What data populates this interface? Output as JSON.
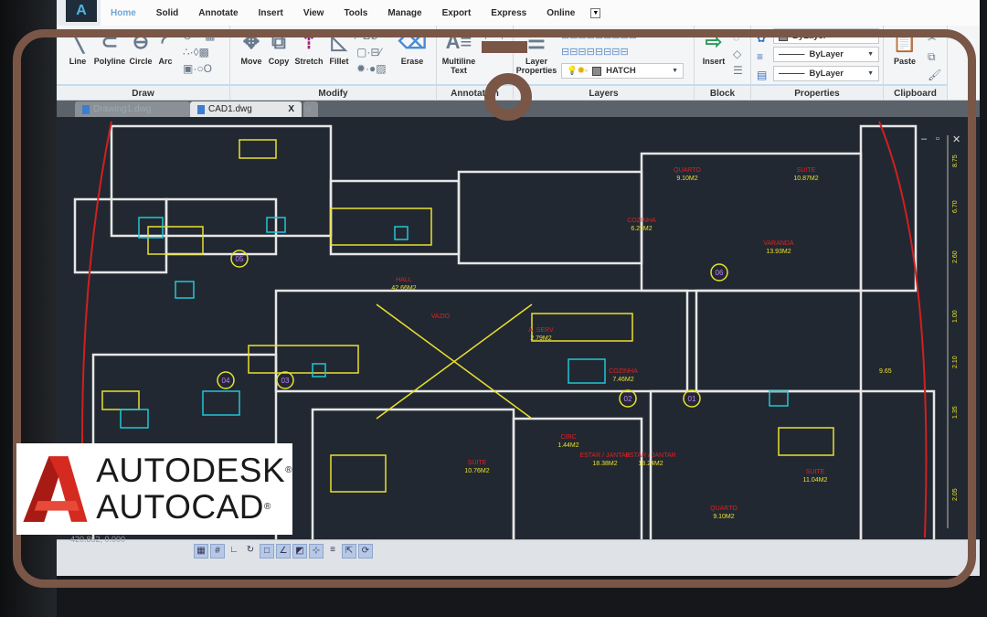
{
  "menu_tabs": [
    "Home",
    "Solid",
    "Annotate",
    "Insert",
    "View",
    "Tools",
    "Manage",
    "Export",
    "Express",
    "Online"
  ],
  "ribbon": {
    "draw": {
      "title": "Draw",
      "tools": [
        "Line",
        "Polyline",
        "Circle",
        "Arc"
      ]
    },
    "modify": {
      "title": "Modify",
      "tools": [
        "Move",
        "Copy",
        "Stretch",
        "Fillet",
        "Erase"
      ]
    },
    "annotation": {
      "title": "Annotation",
      "tools": [
        "Multiline Text"
      ]
    },
    "layers": {
      "title": "Layers",
      "layer_properties": "Layer Properties",
      "current_layer": "HATCH"
    },
    "block": {
      "title": "Block",
      "insert": "Insert"
    },
    "properties": {
      "title": "Properties",
      "color": "ByLayer",
      "linetype": "ByLayer",
      "lineweight": "ByLayer"
    },
    "clipboard": {
      "title": "Clipboard",
      "paste": "Paste"
    }
  },
  "file_tabs": [
    {
      "label": "Drawing1.dwg",
      "active": false
    },
    {
      "label": "CAD1.dwg",
      "active": true
    }
  ],
  "close_tab": "X",
  "drawing": {
    "rooms": [
      {
        "name": "HALL",
        "area": "42.66M2"
      },
      {
        "name": "VAZIO",
        "area": ""
      },
      {
        "name": "COZINHA",
        "area": "7.46M2"
      },
      {
        "name": "A. SERV",
        "area": "2.79M2"
      },
      {
        "name": "SUITE",
        "area": "10.76M2"
      },
      {
        "name": "ESTAR / JANTAR",
        "area": "18.38M2"
      },
      {
        "name": "ESTAR / JANTAR",
        "area": "18.24M2"
      },
      {
        "name": "VARANDA",
        "area": "13.93M2"
      },
      {
        "name": "QUARTO",
        "area": "9.10M2"
      },
      {
        "name": "SUITE",
        "area": "10.87M2"
      },
      {
        "name": "CIRC",
        "area": "1.44M2"
      },
      {
        "name": "SUITE",
        "area": "11.04M2"
      },
      {
        "name": "QUARTO",
        "area": "9.10M2"
      },
      {
        "name": "COZINHA",
        "area": "6.29M2"
      }
    ],
    "unit_tags": [
      "01",
      "02",
      "03",
      "04",
      "05",
      "06"
    ],
    "dimensions": [
      "8.75",
      "6.70",
      "2.60",
      "1.00",
      "2.10",
      "9.65",
      "1.35",
      "2.05"
    ]
  },
  "status": {
    "coordinates": "-420.862, 0.000"
  },
  "logo": {
    "line1": "AUTODESK",
    "line2": "AUTOCAD",
    "reg": "®"
  },
  "colors": {
    "frame": "#7a5647",
    "walls": "#e6e6e6",
    "furniture": "#e8e030",
    "fixtures": "#22c6d6",
    "labels": "#e02020",
    "logo_red": "#d42a1f"
  }
}
